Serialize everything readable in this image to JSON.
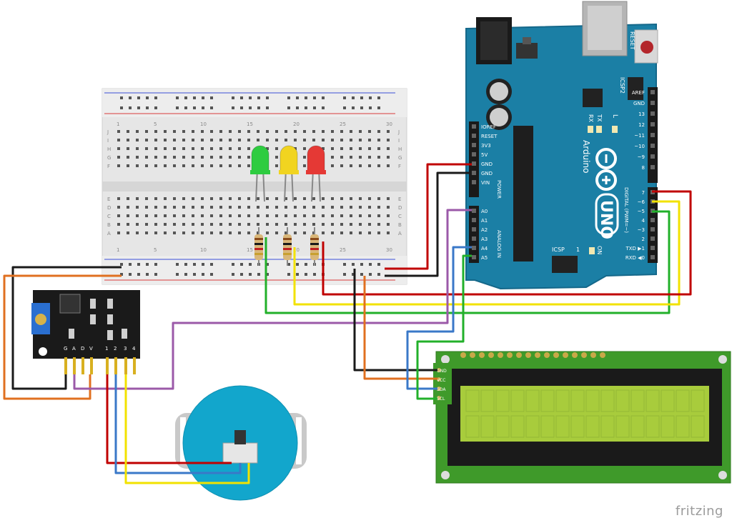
{
  "brand": "fritzing",
  "breadboard": {
    "column_numbers": [
      "1",
      "5",
      "10",
      "15",
      "20",
      "25",
      "30"
    ],
    "row_letters_top": [
      "J",
      "I",
      "H",
      "G",
      "F"
    ],
    "row_letters_bottom": [
      "E",
      "D",
      "C",
      "B",
      "A"
    ]
  },
  "leds": [
    {
      "color_name": "green",
      "fill": "#2ecc40"
    },
    {
      "color_name": "yellow",
      "fill": "#f1d420"
    },
    {
      "color_name": "red",
      "fill": "#e53935"
    }
  ],
  "arduino": {
    "board_name": "UNO",
    "brand": "Arduino",
    "reset": "RESET",
    "icsp2": "ICSP2",
    "icsp": "ICSP",
    "on": "ON",
    "led_l": "L",
    "led_tx": "TX",
    "led_rx": "RX",
    "power_label": "POWER",
    "analog_label": "ANALOG IN",
    "digital_label": "DIGITAL (PWM=~)",
    "power_pins": [
      "IOREF",
      "RESET",
      "3V3",
      "5V",
      "GND",
      "GND",
      "VIN"
    ],
    "analog_pins": [
      "A0",
      "A1",
      "A2",
      "A3",
      "A4",
      "A5"
    ],
    "digital_top": [
      "AREF",
      "GND",
      "13",
      "12",
      "~11",
      "~10",
      "~9",
      "8"
    ],
    "digital_bottom": [
      "7",
      "~6",
      "~5",
      "4",
      "~3",
      "2",
      "TXD ▶1",
      "RXD ◀0"
    ],
    "icsp_num": "1"
  },
  "module": {
    "pins": [
      "G",
      "A",
      "D",
      "V",
      "1",
      "2",
      "3",
      "4"
    ]
  },
  "lcd": {
    "pins": [
      "GND",
      "VCC",
      "SDA",
      "SCL"
    ]
  },
  "wire_colors": {
    "red": "#c00000",
    "black": "#1a1a1a",
    "orange": "#e07020",
    "yellow": "#f2e200",
    "green": "#22b02a",
    "blue": "#3a78c8",
    "purple": "#9b59a8"
  }
}
